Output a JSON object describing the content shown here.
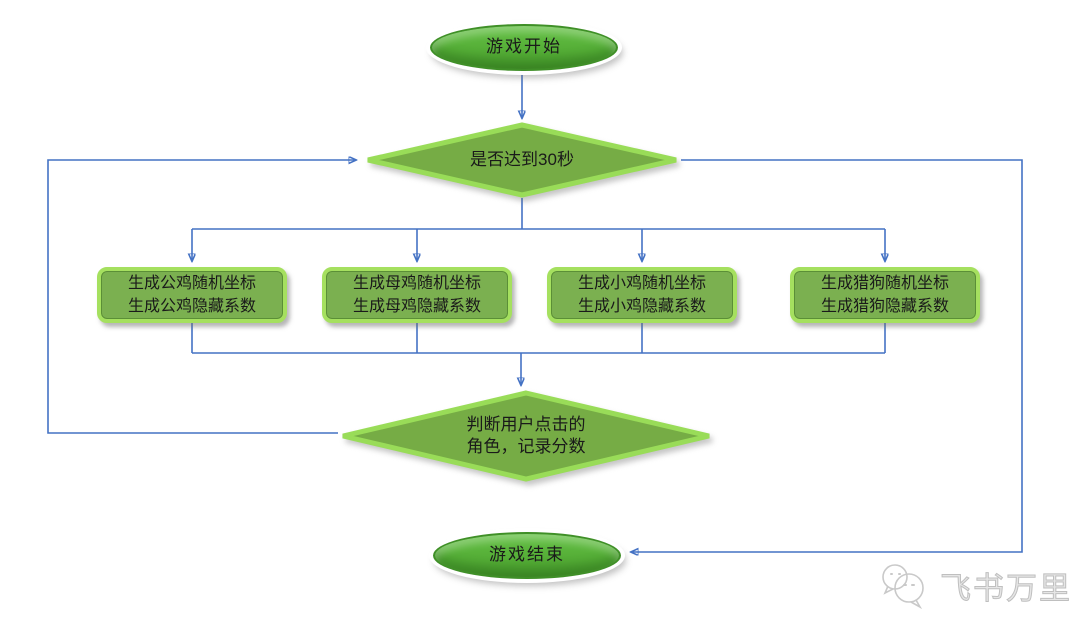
{
  "diagram": {
    "type": "flowchart",
    "nodes": {
      "start": {
        "label": "游戏开始",
        "shape": "terminator"
      },
      "decision_timer": {
        "label": "是否达到30秒",
        "shape": "decision"
      },
      "gen_rooster": {
        "line1": "生成公鸡随机坐标",
        "line2": "生成公鸡隐藏系数",
        "shape": "process"
      },
      "gen_hen": {
        "line1": "生成母鸡随机坐标",
        "line2": "生成母鸡隐藏系数",
        "shape": "process"
      },
      "gen_chick": {
        "line1": "生成小鸡随机坐标",
        "line2": "生成小鸡隐藏系数",
        "shape": "process"
      },
      "gen_hound": {
        "line1": "生成猎狗随机坐标",
        "line2": "生成猎狗隐藏系数",
        "shape": "process"
      },
      "decision_click": {
        "line1": "判断用户点击的",
        "line2": "角色，记录分数",
        "shape": "decision"
      },
      "end": {
        "label": "游戏结束",
        "shape": "terminator"
      }
    },
    "edges": [
      {
        "from": "start",
        "to": "decision_timer"
      },
      {
        "from": "decision_timer",
        "to": "gen_rooster"
      },
      {
        "from": "decision_timer",
        "to": "gen_hen"
      },
      {
        "from": "decision_timer",
        "to": "gen_chick"
      },
      {
        "from": "decision_timer",
        "to": "gen_hound"
      },
      {
        "from": "gen_rooster",
        "to": "decision_click"
      },
      {
        "from": "gen_hen",
        "to": "decision_click"
      },
      {
        "from": "gen_chick",
        "to": "decision_click"
      },
      {
        "from": "gen_hound",
        "to": "decision_click"
      },
      {
        "from": "decision_click",
        "to": "decision_timer"
      },
      {
        "from": "decision_timer",
        "to": "end"
      }
    ],
    "watermark": {
      "text": "飞书万里"
    },
    "colors": {
      "node_fill": "#76AC45",
      "node_border": "#99DC58",
      "rect_fill": "#7BB050",
      "rect_border": "#A5E05F",
      "ellipse_fill_top": "#64C144",
      "ellipse_fill_bottom": "#47992C",
      "ellipse_border": "#3F8F27",
      "connector": "#4472C4",
      "text": "#1a1a1a",
      "watermark": "#c9c9c9"
    }
  }
}
